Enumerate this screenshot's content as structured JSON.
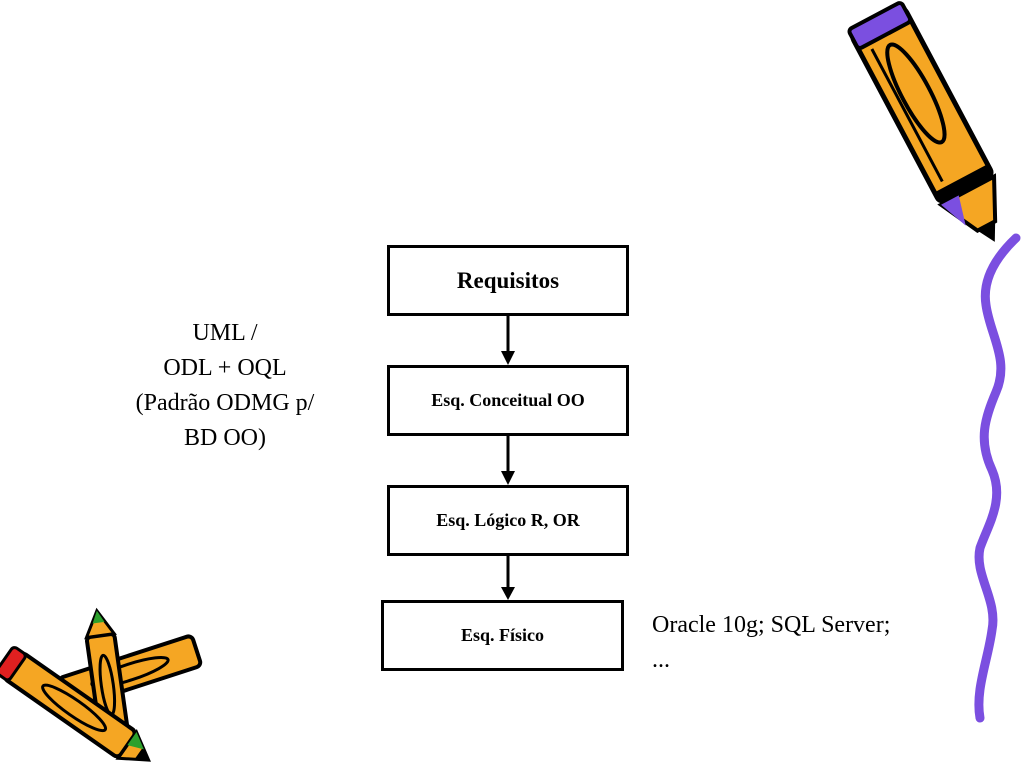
{
  "diagram": {
    "boxes": [
      {
        "id": "requisitos",
        "label": "Requisitos"
      },
      {
        "id": "conceitual",
        "label": "Esq. Conceitual OO"
      },
      {
        "id": "logico",
        "label": "Esq. Lógico R, OR"
      },
      {
        "id": "fisico",
        "label": "Esq. Físico"
      }
    ],
    "left_note": [
      "UML /",
      "ODL + OQL",
      "(Padrão ODMG p/",
      "BD OO)"
    ],
    "right_note": [
      "Oracle 10g; SQL Server;",
      "..."
    ]
  },
  "decorations": {
    "pencil_body_color": "#F5A623",
    "pencil_outline_color": "#000000",
    "pencil_eraser_color": "#7B4FE0",
    "wavy_line_color": "#7B4FE0",
    "crossed_pencil_tip_colors": [
      "#E02020",
      "#2CA02C"
    ],
    "icons": [
      "pencil-icon",
      "crossed-pencils-icon"
    ]
  }
}
